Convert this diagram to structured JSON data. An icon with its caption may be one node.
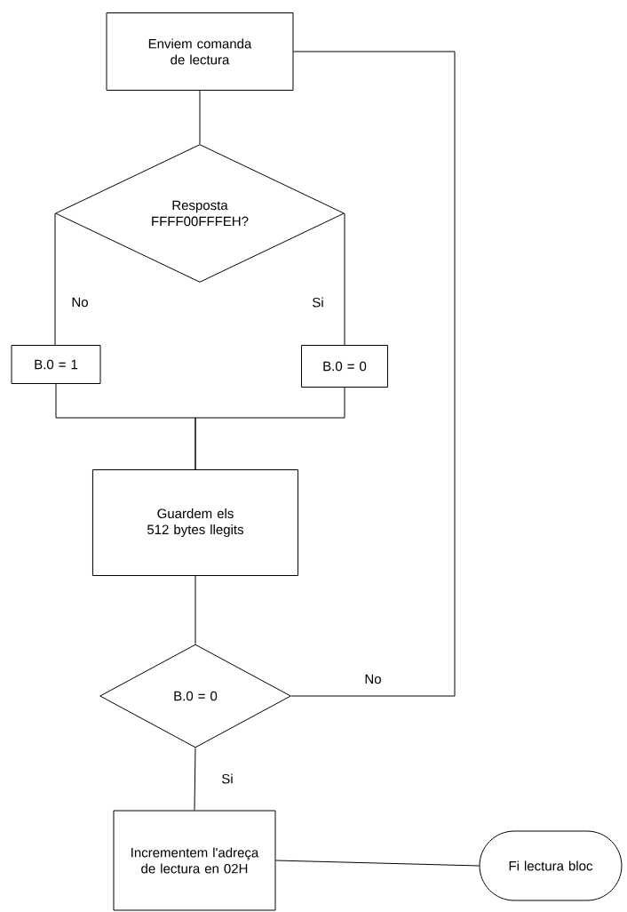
{
  "diagram": {
    "nodes": [
      {
        "text": [
          "Enviem comanda de lectura"
        ]
      },
      {
        "text": [
          "Resposta FFFF00FFFEH?"
        ]
      },
      {
        "text": [
          "B.0 = 1"
        ]
      },
      {
        "text": [
          "B.0 = 0"
        ]
      },
      {
        "text": [
          "Guardem els 512 bytes llegits"
        ]
      },
      {
        "text": [
          "B.0 = 0"
        ]
      },
      {
        "text": [
          "Incrementem l'adreça de lectura en 02H"
        ]
      },
      {
        "text": [
          "Fi lectura bloc"
        ]
      }
    ],
    "edges": [
      {
        "from": 0,
        "to": 1,
        "arrow": "none"
      },
      {
        "from": 1,
        "to": 2,
        "arrow": "none",
        "label": "No"
      },
      {
        "from": 1,
        "to": 3,
        "arrow": "none",
        "label": "Si"
      },
      {
        "from": 2,
        "to": 4,
        "arrow": "none"
      },
      {
        "from": 3,
        "to": 4,
        "arrow": "none"
      },
      {
        "from": 4,
        "to": 5,
        "arrow": "none"
      },
      {
        "from": 5,
        "to": 0,
        "arrow": "none",
        "label": "No"
      },
      {
        "from": 5,
        "to": 6,
        "arrow": "none",
        "label": "Si"
      },
      {
        "from": 6,
        "to": 7,
        "arrow": "none"
      }
    ]
  }
}
